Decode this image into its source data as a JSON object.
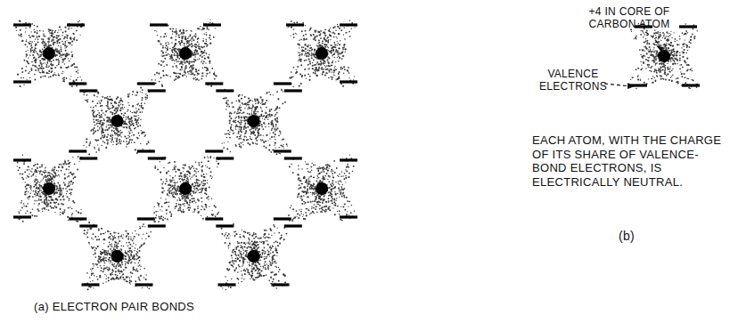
{
  "diagram": {
    "labels": [
      "+4 IN CORE OF CARBON ATOM",
      "VALENCE ELECTRONS",
      "EACH ATOM, WITH THE CHARGE OF ITS SHARE OF VALENCE-BOND ELECTRONS, IS ELECTRICALLY NEUTRAL.",
      "(b)",
      "(a) ELECTRON PAIR BONDS"
    ]
  }
}
